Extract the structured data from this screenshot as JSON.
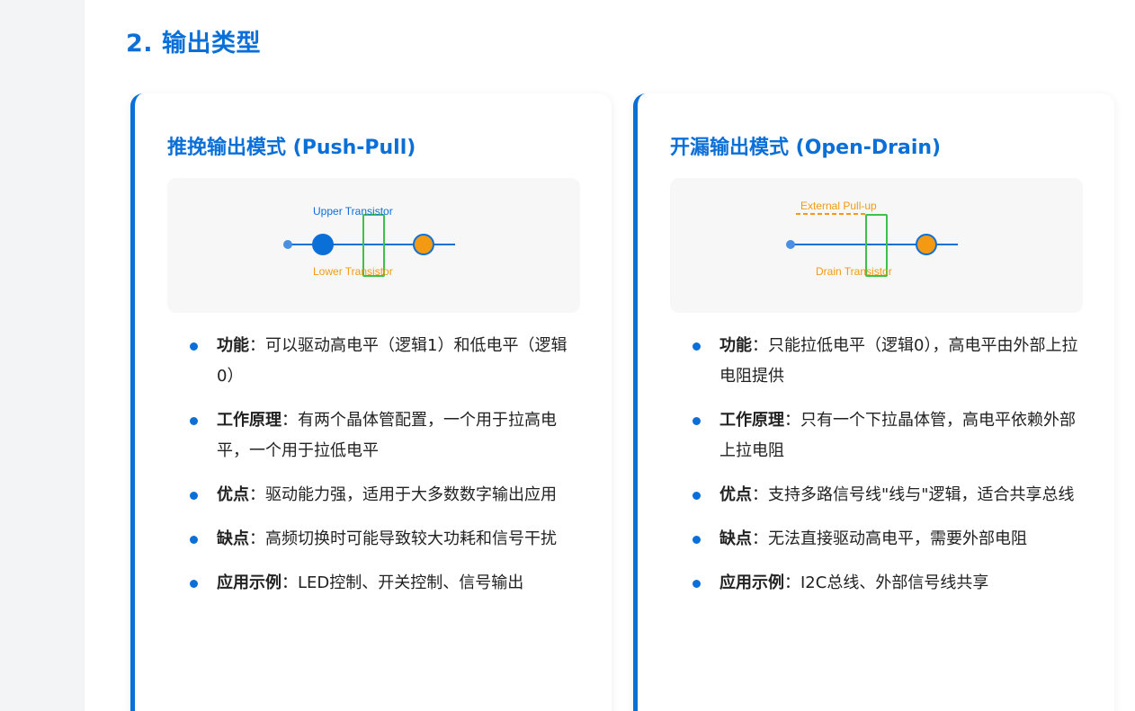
{
  "section": {
    "title": "2. 输出类型"
  },
  "cards": [
    {
      "title": "推挽输出模式 (Push-Pull)",
      "diagram": {
        "label_top": "Upper Transistor",
        "label_bottom": "Lower Transistor"
      },
      "items": [
        {
          "term": "功能",
          "sep": "：",
          "desc": "可以驱动高电平（逻辑1）和低电平（逻辑0）"
        },
        {
          "term": "工作原理",
          "sep": "：",
          "desc": "有两个晶体管配置，一个用于拉高电平，一个用于拉低电平"
        },
        {
          "term": "优点",
          "sep": "：",
          "desc": "驱动能力强，适用于大多数数字输出应用"
        },
        {
          "term": "缺点",
          "sep": "：",
          "desc": "高频切换时可能导致较大功耗和信号干扰"
        },
        {
          "term": "应用示例",
          "sep": "：",
          "desc": "LED控制、开关控制、信号输出"
        }
      ]
    },
    {
      "title": "开漏输出模式 (Open-Drain)",
      "diagram": {
        "label_top": "External Pull-up",
        "label_bottom": "Drain Transistor"
      },
      "items": [
        {
          "term": "功能",
          "sep": "：",
          "desc": "只能拉低电平（逻辑0），高电平由外部上拉电阻提供"
        },
        {
          "term": "工作原理",
          "sep": "：",
          "desc": "只有一个下拉晶体管，高电平依赖外部上拉电阻"
        },
        {
          "term": "优点",
          "sep": "：",
          "desc": "支持多路信号线\"线与\"逻辑，适合共享总线"
        },
        {
          "term": "缺点",
          "sep": "：",
          "desc": "无法直接驱动高电平，需要外部电阻"
        },
        {
          "term": "应用示例",
          "sep": "：",
          "desc": "I2C总线、外部信号线共享"
        }
      ]
    }
  ],
  "colors": {
    "accent": "#0b6fd8",
    "orange": "#f39a12",
    "green": "#3cc24a",
    "node_light": "#4a90e2"
  }
}
